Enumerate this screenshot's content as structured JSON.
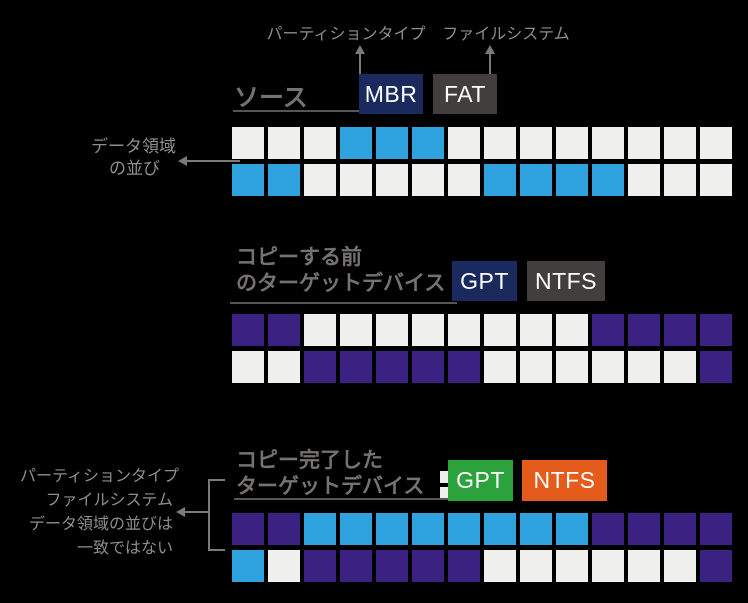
{
  "colors": {
    "background": "#000000",
    "cell_white": "#efefee",
    "cell_blue": "#2ea3df",
    "cell_purple": "#3a2182",
    "badge_navy": "#1b2a5e",
    "badge_gray": "#423e3d",
    "badge_green": "#2ba23c",
    "badge_orange": "#e55b1c",
    "text_gray": "#8e8e8e",
    "title_gray": "#76726f",
    "line_gray": "#7a7a7a",
    "line_dark": "#585654"
  },
  "top_labels": {
    "partition_type": "パーティションタイプ",
    "file_system": "ファイルシステム"
  },
  "sections": {
    "source": {
      "title": "ソース",
      "partition_badge": "MBR",
      "filesystem_badge": "FAT",
      "side_label": {
        "line1": "データ領域",
        "line2": "の並び"
      },
      "grid": [
        [
          "white",
          "white",
          "white",
          "blue",
          "blue",
          "blue",
          "white",
          "white",
          "white",
          "white",
          "white",
          "white",
          "white",
          "white"
        ],
        [
          "blue",
          "blue",
          "white",
          "white",
          "white",
          "white",
          "white",
          "blue",
          "blue",
          "blue",
          "blue",
          "white",
          "white",
          "white"
        ]
      ]
    },
    "target_before": {
      "title_line1": "コピーする前",
      "title_line2": "のターゲットデバイス",
      "partition_badge": "GPT",
      "filesystem_badge": "NTFS",
      "grid": [
        [
          "purple",
          "purple",
          "white",
          "white",
          "white",
          "white",
          "white",
          "white",
          "white",
          "white",
          "purple",
          "purple",
          "purple",
          "purple"
        ],
        [
          "white",
          "white",
          "purple",
          "purple",
          "purple",
          "purple",
          "purple",
          "white",
          "white",
          "white",
          "white",
          "white",
          "white",
          "purple"
        ]
      ]
    },
    "target_after": {
      "title_line1": "コピー完了した",
      "title_line2": "ターゲットデバイス",
      "partition_badge": "GPT",
      "filesystem_badge": "NTFS",
      "grid": [
        [
          "purple",
          "purple",
          "blue",
          "blue",
          "blue",
          "blue",
          "blue",
          "blue",
          "blue",
          "blue",
          "purple",
          "purple",
          "purple",
          "purple"
        ],
        [
          "blue",
          "white",
          "purple",
          "purple",
          "purple",
          "purple",
          "purple",
          "white",
          "white",
          "white",
          "white",
          "white",
          "white",
          "purple"
        ]
      ]
    }
  },
  "note": {
    "lines": [
      "パーティションタイプ",
      "ファイルシステム",
      "データ領域の並びは",
      "一致ではない"
    ]
  }
}
